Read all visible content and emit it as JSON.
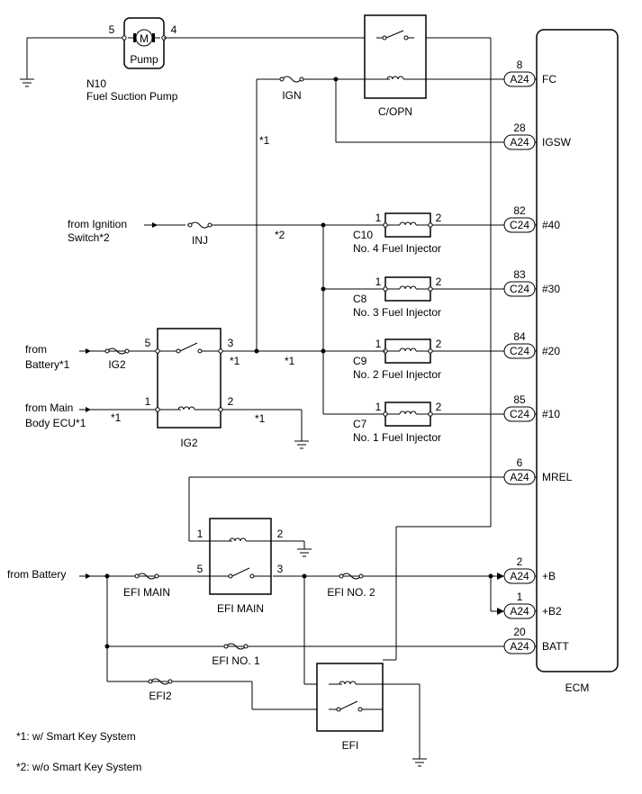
{
  "components": {
    "pump": {
      "label": "Pump",
      "motor": "M",
      "code": "N10",
      "name": "Fuel Suction Pump",
      "pin_left": "5",
      "pin_right": "4"
    },
    "copn": {
      "name": "C/OPN"
    },
    "ig2_relay": {
      "name": "IG2",
      "p1": "1",
      "p2": "2",
      "p3": "3",
      "p5": "5"
    },
    "efi_main_relay": {
      "name": "EFI MAIN",
      "p1": "1",
      "p2": "2",
      "p3": "3",
      "p5": "5"
    },
    "efi_relay": {
      "name": "EFI"
    },
    "ecm": {
      "name": "ECM"
    }
  },
  "fuses": {
    "ign": "IGN",
    "inj": "INJ",
    "ig2": "IG2",
    "efi_main": "EFI MAIN",
    "efi_no2": "EFI NO. 2",
    "efi_no1": "EFI NO. 1",
    "efi2": "EFI2"
  },
  "sources": {
    "ignition_line1": "from Ignition",
    "ignition_line2": "Switch*2",
    "battery1_line1": "from",
    "battery1_line2": "Battery*1",
    "mainbody_line1": "from Main",
    "mainbody_line2": "Body ECU*1",
    "battery2": "from Battery"
  },
  "injectors": [
    {
      "code": "C10",
      "name": "No. 4 Fuel Injector",
      "pin1": "1",
      "pin2": "2"
    },
    {
      "code": "C8",
      "name": "No. 3 Fuel Injector",
      "pin1": "1",
      "pin2": "2"
    },
    {
      "code": "C9",
      "name": "No. 2 Fuel Injector",
      "pin1": "1",
      "pin2": "2"
    },
    {
      "code": "C7",
      "name": "No. 1 Fuel Injector",
      "pin1": "1",
      "pin2": "2"
    }
  ],
  "ecm_terminals": [
    {
      "pin": "8",
      "conn": "A24",
      "name": "FC"
    },
    {
      "pin": "28",
      "conn": "A24",
      "name": "IGSW"
    },
    {
      "pin": "82",
      "conn": "C24",
      "name": "#40"
    },
    {
      "pin": "83",
      "conn": "C24",
      "name": "#30"
    },
    {
      "pin": "84",
      "conn": "C24",
      "name": "#20"
    },
    {
      "pin": "85",
      "conn": "C24",
      "name": "#10"
    },
    {
      "pin": "6",
      "conn": "A24",
      "name": "MREL"
    },
    {
      "pin": "2",
      "conn": "A24",
      "name": "+B"
    },
    {
      "pin": "1",
      "conn": "A24",
      "name": "+B2"
    },
    {
      "pin": "20",
      "conn": "A24",
      "name": "BATT"
    }
  ],
  "wire_notes": {
    "n1": "*1",
    "n2": "*2",
    "n3": "*1",
    "n4": "*1",
    "n5": "*1",
    "n6": "*1"
  },
  "legend": {
    "note1": "*1: w/ Smart Key System",
    "note2": "*2: w/o Smart Key System"
  }
}
